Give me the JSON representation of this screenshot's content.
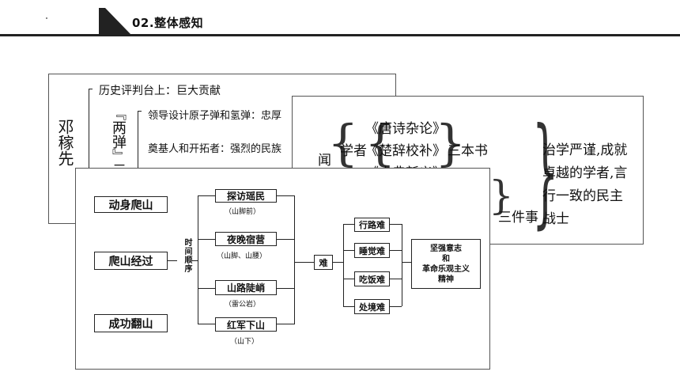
{
  "header": {
    "title": "02.整体感知"
  },
  "card1": {
    "name": "邓稼先",
    "section1": "历史评判台上：巨大贡献",
    "bracket_title": "『两弹』元",
    "item1": "领导设计原子弹和氢弹：忠厚",
    "item2": "奠基人和开拓者：强烈的民族"
  },
  "card2": {
    "side_char": "闻",
    "scholar": "学者",
    "books": [
      "《唐诗杂论》",
      "《楚辞校补》",
      "《古典新义》"
    ],
    "books_label": "三本书",
    "three_things": "三件事",
    "summary": "治学严谨,成就卓越的学者,言行一致的民主战士"
  },
  "card3": {
    "left_boxes": [
      "动身爬山",
      "爬山经过",
      "成功翻山"
    ],
    "time_order": "时间顺序",
    "stages": [
      {
        "name": "探访瑶民",
        "sub": "（山脚前）"
      },
      {
        "name": "夜晚宿营",
        "sub": "（山脚、山腰）"
      },
      {
        "name": "山路陡峭",
        "sub": "（雷公岩）"
      },
      {
        "name": "红军下山",
        "sub": "（山下）"
      }
    ],
    "difficulty": "难",
    "difficulties": [
      "行路难",
      "睡觉难",
      "吃饭难",
      "处境难"
    ],
    "result": [
      "坚强意志",
      "和",
      "革命乐观主义",
      "精神"
    ]
  }
}
